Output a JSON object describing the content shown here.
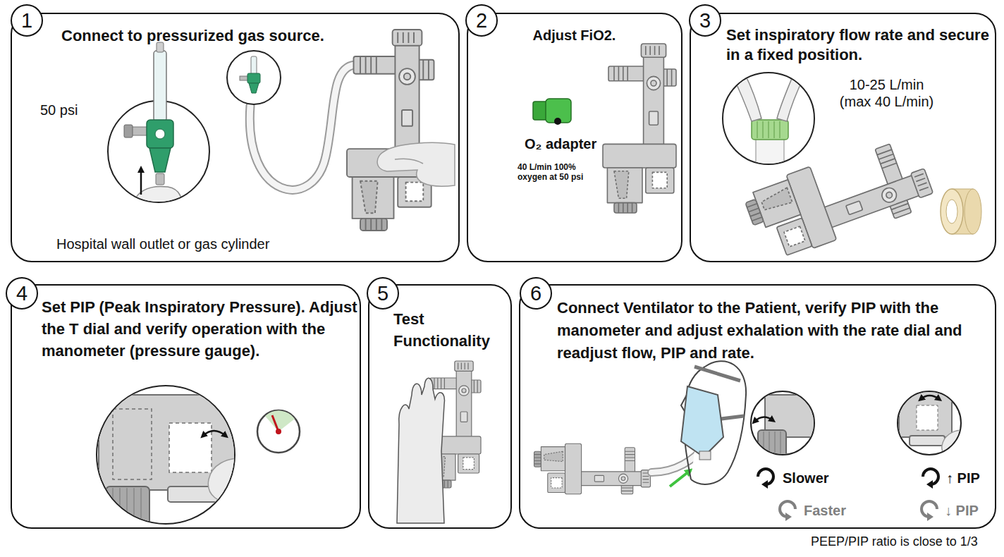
{
  "diagram": {
    "nodes": [
      {
        "text": [
          "1"
        ]
      },
      {
        "text": [
          "Connect to pressurized gas source.",
          "50 psi",
          "Hospital wall outlet or gas cylinder"
        ]
      },
      {
        "text": [
          "2"
        ]
      },
      {
        "text": [
          "Adjust FiO2.",
          "O₂ adapter",
          "40 L/min 100% oxygen at 50 psi"
        ]
      },
      {
        "text": [
          "3"
        ]
      },
      {
        "text": [
          "Set inspiratory flow rate and secure in a fixed position.",
          "10-25 L/min (max 40 L/min)"
        ]
      },
      {
        "text": [
          "4"
        ]
      },
      {
        "text": [
          "Set PIP (Peak Inspiratory Pressure). Adjust the T dial and verify operation with the manometer (pressure gauge)."
        ]
      },
      {
        "text": [
          "5"
        ]
      },
      {
        "text": [
          "Test Functionality"
        ]
      },
      {
        "text": [
          "6"
        ]
      },
      {
        "text": [
          "Connect Ventilator to the Patient, verify PIP with the manometer and adjust exhalation with the rate dial and readjust flow, PIP and rate.",
          "Slower",
          "Faster",
          "↑ PIP",
          "↓ PIP"
        ]
      }
    ],
    "labels": [
      "PEEP/PIP ratio is close to 1/3"
    ]
  }
}
